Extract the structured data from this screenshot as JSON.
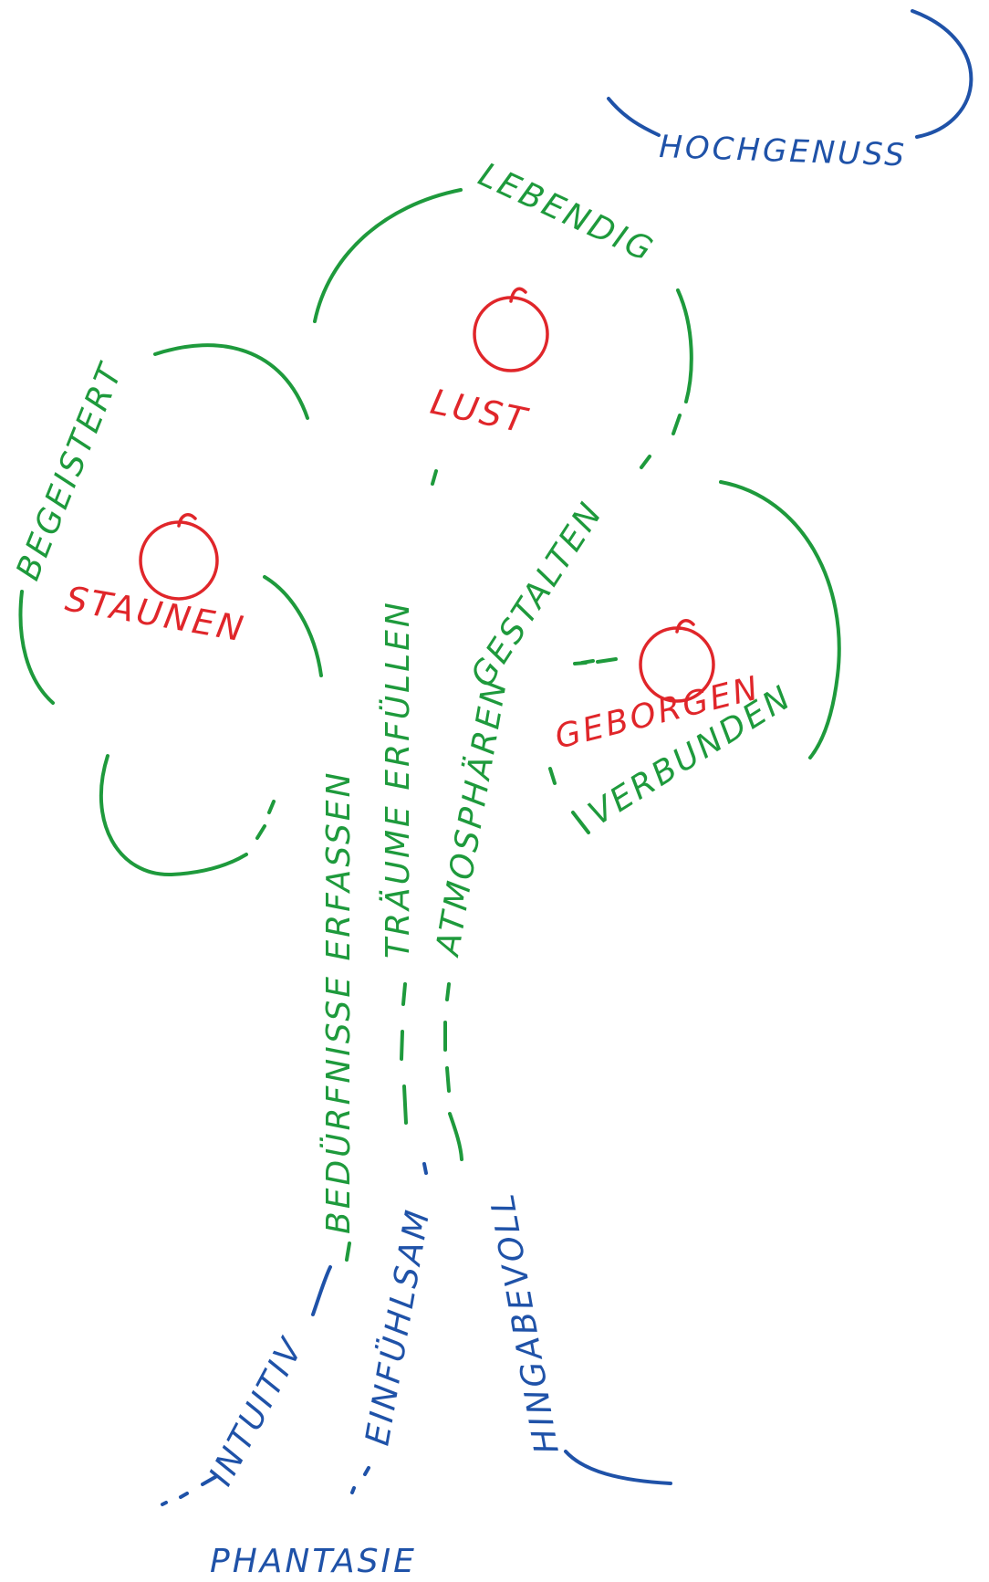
{
  "colors": {
    "green": "#1e9a3c",
    "blue": "#1f52a8",
    "red": "#e0262a"
  },
  "canopy_words": {
    "hochgenuss": "HOCHGENUSS",
    "lebendig": "LEBENDIG",
    "begeistert": "BEGEISTERT",
    "gestalten": "GESTALTEN",
    "verbunden": "VERBUNDEN"
  },
  "apple_words": {
    "lust": "LUST",
    "staunen": "STAUNEN",
    "geborgen": "GEBORGEN"
  },
  "trunk_words": {
    "beduerfnisse_erfassen": "BEDÜRFNISSE ERFASSEN",
    "traeume_erfuellen": "TRÄUME ERFÜLLEN",
    "atmosphaeren": "ATMOSPHÄREN"
  },
  "root_words": {
    "intuitiv": "INTUITIV",
    "einfuehlsam": "EINFÜHLSAM",
    "hingabevoll": "HINGABEVOLL",
    "phantasie": "PHANTASIE"
  }
}
